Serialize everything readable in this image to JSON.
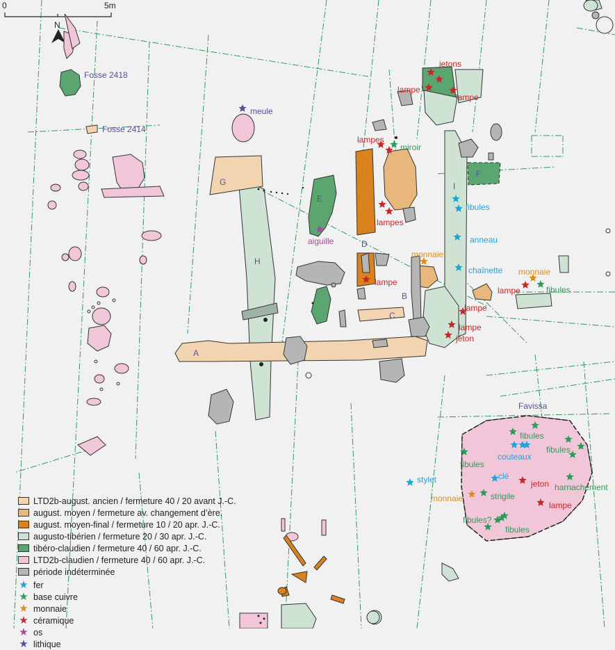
{
  "scale": {
    "start": "0",
    "end": "5m"
  },
  "north": "N",
  "colors": {
    "ltd_ancien": "#f2d4b0",
    "august_moyen": "#e8b77c",
    "august_moyen_final": "#d9821e",
    "augusto_tiberien": "#cfe3d4",
    "tibero_claudien": "#5aa570",
    "ltd_claudien": "#f1c6d8",
    "indetermine": "#b5b5b5",
    "fer": "#1fa3d8",
    "monnaie": "#e08c17",
    "os": "#a24d98",
    "base_cuivre": "#2f9a5a",
    "ceramique": "#c5282a",
    "lithique": "#5a4f9a",
    "grid": "#2f9a5a"
  },
  "features": {
    "fosse_2418": "Fosse 2418",
    "fosse_2414": "Fosse 2414",
    "A": "A",
    "B": "B",
    "C": "C",
    "D": "D",
    "E": "E",
    "F": "F",
    "G": "G",
    "H": "H",
    "I": "I",
    "favissa": "Favissa"
  },
  "finds": [
    {
      "id": "meule",
      "label": "meule",
      "cat": "lithique"
    },
    {
      "id": "jetons",
      "label": "jetons",
      "cat": "ceramique"
    },
    {
      "id": "lampe1",
      "label": "lampe",
      "cat": "ceramique"
    },
    {
      "id": "lampe2",
      "label": "lampe",
      "cat": "ceramique"
    },
    {
      "id": "lampes1",
      "label": "lampes",
      "cat": "ceramique"
    },
    {
      "id": "miroir",
      "label": "miroir",
      "cat": "base_cuivre"
    },
    {
      "id": "lampes2",
      "label": "lampes",
      "cat": "ceramique"
    },
    {
      "id": "aiguille",
      "label": "aiguille",
      "cat": "os"
    },
    {
      "id": "lampe3",
      "label": "lampe",
      "cat": "ceramique"
    },
    {
      "id": "monnaie1",
      "label": "monnaie",
      "cat": "monnaie"
    },
    {
      "id": "fibules1",
      "label": "fibules",
      "cat": "fer"
    },
    {
      "id": "anneau",
      "label": "anneau",
      "cat": "fer"
    },
    {
      "id": "chainette",
      "label": "chaînette",
      "cat": "fer"
    },
    {
      "id": "monnaie2",
      "label": "monnaie",
      "cat": "monnaie"
    },
    {
      "id": "lampe4",
      "label": "lampe",
      "cat": "ceramique"
    },
    {
      "id": "fibules2",
      "label": "fibules",
      "cat": "base_cuivre"
    },
    {
      "id": "lampe5",
      "label": "lampe",
      "cat": "ceramique"
    },
    {
      "id": "lampe6",
      "label": "lampe",
      "cat": "ceramique"
    },
    {
      "id": "jeton1",
      "label": "jeton",
      "cat": "ceramique"
    },
    {
      "id": "fibules3",
      "label": "fibules",
      "cat": "base_cuivre"
    },
    {
      "id": "couteaux",
      "label": "couteaux",
      "cat": "fer"
    },
    {
      "id": "fibules4",
      "label": "fibules",
      "cat": "base_cuivre"
    },
    {
      "id": "fibules5",
      "label": "fibules",
      "cat": "base_cuivre"
    },
    {
      "id": "stylet",
      "label": "stylet",
      "cat": "fer"
    },
    {
      "id": "cle",
      "label": "clé",
      "cat": "fer"
    },
    {
      "id": "jeton2",
      "label": "jeton",
      "cat": "ceramique"
    },
    {
      "id": "harnachement",
      "label": "harnachement",
      "cat": "base_cuivre"
    },
    {
      "id": "monnaie3",
      "label": "monnaie",
      "cat": "monnaie"
    },
    {
      "id": "strigile",
      "label": "strigile",
      "cat": "base_cuivre"
    },
    {
      "id": "lampe7",
      "label": "lampe",
      "cat": "ceramique"
    },
    {
      "id": "fibules6",
      "label": "fibules?",
      "cat": "base_cuivre"
    },
    {
      "id": "fibules7",
      "label": "fibules",
      "cat": "base_cuivre"
    }
  ],
  "legend": {
    "periods": [
      {
        "key": "ltd_ancien",
        "label": "LTD2b-august. ancien / fermeture 40 / 20 avant J.-C."
      },
      {
        "key": "august_moyen",
        "label": "august. moyen / fermeture av. changement d’ère."
      },
      {
        "key": "august_moyen_final",
        "label": "august. moyen-final / fermeture 10 / 20 apr. J.-C."
      },
      {
        "key": "augusto_tiberien",
        "label": "augusto-tibérien / fermeture 20 / 30 apr. J.-C."
      },
      {
        "key": "tibero_claudien",
        "label": "tibéro-claudien / fermeture 40 / 60 apr. J.-C."
      },
      {
        "key": "ltd_claudien",
        "label": "LTD2b-claudien / fermeture 40 / 60 apr. J.-C."
      },
      {
        "key": "indetermine",
        "label": "période indéterminée"
      }
    ],
    "materials": [
      {
        "key": "fer",
        "label": "fer"
      },
      {
        "key": "base_cuivre",
        "label": "base cuivre"
      },
      {
        "key": "monnaie",
        "label": "monnaie"
      },
      {
        "key": "ceramique",
        "label": "céramique"
      },
      {
        "key": "os",
        "label": "os"
      },
      {
        "key": "lithique",
        "label": "lithique"
      }
    ]
  }
}
